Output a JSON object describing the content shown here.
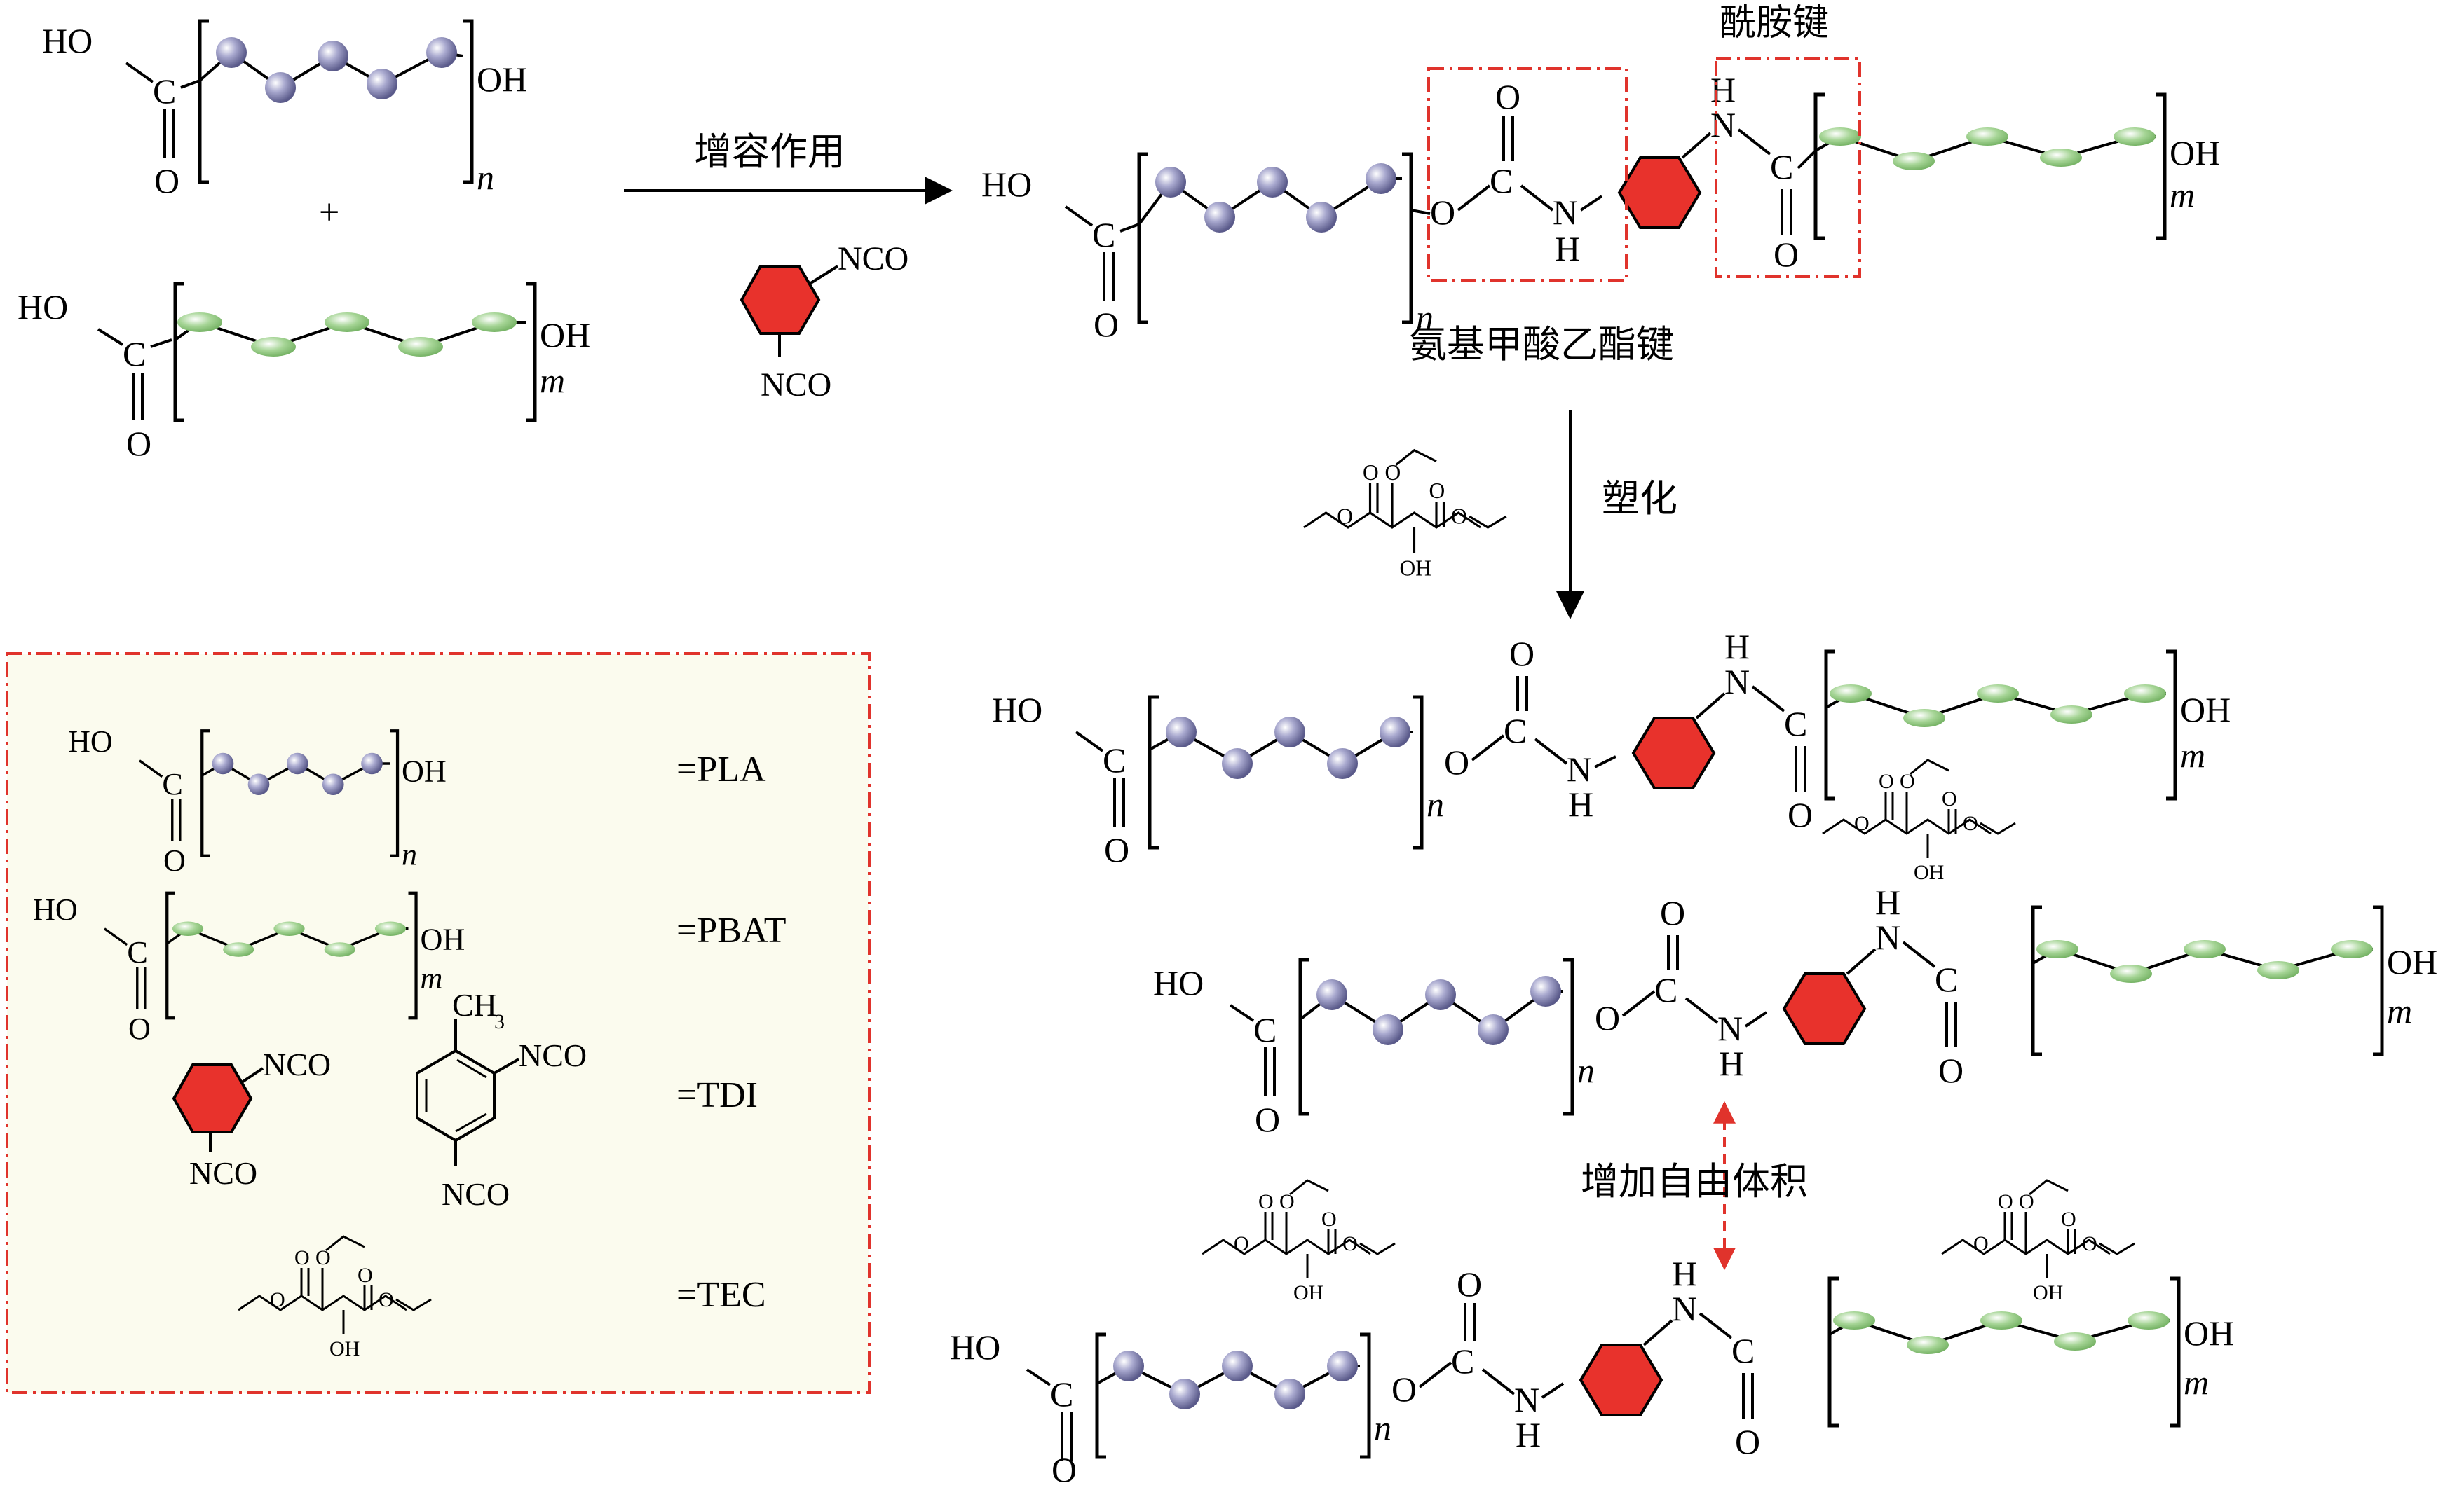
{
  "reaction": {
    "compatibilization_label": "增容作用",
    "plasticization_label": "塑化",
    "amide_bond_label": "酰胺键",
    "urethane_bond_label": "氨基甲酸乙酯键",
    "free_volume_label": "增加自由体积",
    "plus_sign": "+"
  },
  "atoms": {
    "HO": "HO",
    "OH": "OH",
    "C": "C",
    "O": "O",
    "N": "N",
    "H": "H",
    "NCO": "NCO",
    "CH3": "CH",
    "CH3_sub": "3",
    "n": "n",
    "m": "m"
  },
  "legend": {
    "pla": "=PLA",
    "pbat": "=PBAT",
    "tdi": "=TDI",
    "tec": "=TEC"
  },
  "colors": {
    "pla_bead": "#9c9cc4",
    "pbat_bead": "#a6d596",
    "tdi_ring": "#e8322c",
    "highlight_box": "#e0332c",
    "legend_fill": "#fbfbee",
    "double_arrow": "#e0332c"
  }
}
